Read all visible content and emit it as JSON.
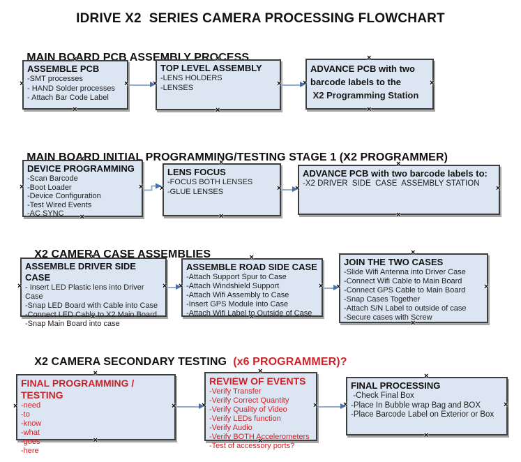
{
  "title": "IDRIVE X2  SERIES CAMERA PROCESSING FLOWCHART",
  "colors": {
    "box_fill": "#dce6f2",
    "box_border": "#3d3d3d",
    "box_shadow": "#a6a6a6",
    "arrow_line": "#94accd",
    "arrow_head": "#4a70a8",
    "red_text": "#cc2229",
    "black_text": "#111111"
  },
  "sections": [
    {
      "header": "MAIN BOARD PCB ASSEMBLY PROCESS",
      "boxes": [
        {
          "title": "ASSEMBLE PCB",
          "items": [
            "-SMT processes",
            "- HAND Solder processes",
            "- Attach Bar Code Label"
          ]
        },
        {
          "title": "TOP LEVEL ASSEMBLY",
          "items": [
            "-LENS HOLDERS",
            "-LENSES"
          ]
        },
        {
          "title": "ADVANCE PCB with two barcode labels to the",
          "items": [
            " X2 Programming Station"
          ]
        }
      ]
    },
    {
      "header": "MAIN BOARD INITIAL PROGRAMMING/TESTING STAGE 1 (X2 PROGRAMMER)",
      "boxes": [
        {
          "title": "DEVICE PROGRAMMING",
          "items": [
            "-Scan Barcode",
            "-Boot Loader",
            "-Device Configuration",
            "-Test Wired Events",
            "-AC SYNC"
          ]
        },
        {
          "title": "LENS FOCUS",
          "items": [
            "-FOCUS BOTH LENSES",
            "-GLUE LENSES"
          ]
        },
        {
          "title": "ADVANCE PCB with two barcode labels to:",
          "items": [
            "-X2 DRIVER  SIDE  CASE  ASSEMBLY STATION"
          ]
        }
      ]
    },
    {
      "header": "X2 CAMERA CASE ASSEMBLIES",
      "boxes": [
        {
          "title": "ASSEMBLE DRIVER SIDE CASE",
          "items": [
            "- Insert LED Plastic lens into Driver Case",
            "-Snap LED Board with Cable into Case",
            "-Connect LED Cable to X2 Main Board",
            "-Snap Main Board into case"
          ]
        },
        {
          "title": "ASSEMBLE ROAD SIDE CASE",
          "items": [
            "-Attach Support Spur to Case",
            "-Attach Windshield Support",
            "-Attach Wifi Assembly to Case",
            "-Insert GPS Module into Case",
            "-Attach Wifi Label to Outside of Case"
          ]
        },
        {
          "title": "JOIN THE TWO CASES",
          "items": [
            "-Slide Wifi Antenna into Driver Case",
            "-Connect Wifi Cable to Main Board",
            "-Connect GPS Cable to Main Board",
            "-Snap Cases Together",
            "-Attach S/N Label to outside of case",
            "-Secure cases with Screw"
          ]
        }
      ]
    },
    {
      "header": "X2 CAMERA SECONDARY TESTING ",
      "header_red": " (x6 PROGRAMMER)?",
      "boxes": [
        {
          "title": "FINAL PROGRAMMING / TESTING",
          "items": [
            "-need",
            "-to",
            "-know",
            "-what",
            "-goes",
            "-here"
          ]
        },
        {
          "title": "REVIEW OF EVENTS",
          "items": [
            "-Verify Transfer",
            "-Verify Correct Quantity",
            "-Verify Quality of Video",
            "-Verify LEDs function",
            "-Verify Audio",
            "-Verify BOTH Accelerometers",
            "-Test of accessory ports?"
          ]
        },
        {
          "title": "FINAL PROCESSING",
          "items": [
            " -Check Final Box",
            "-Place In Bubble wrap Bag and BOX",
            "-Place Barcode Label on Exterior or Box"
          ]
        }
      ]
    }
  ]
}
